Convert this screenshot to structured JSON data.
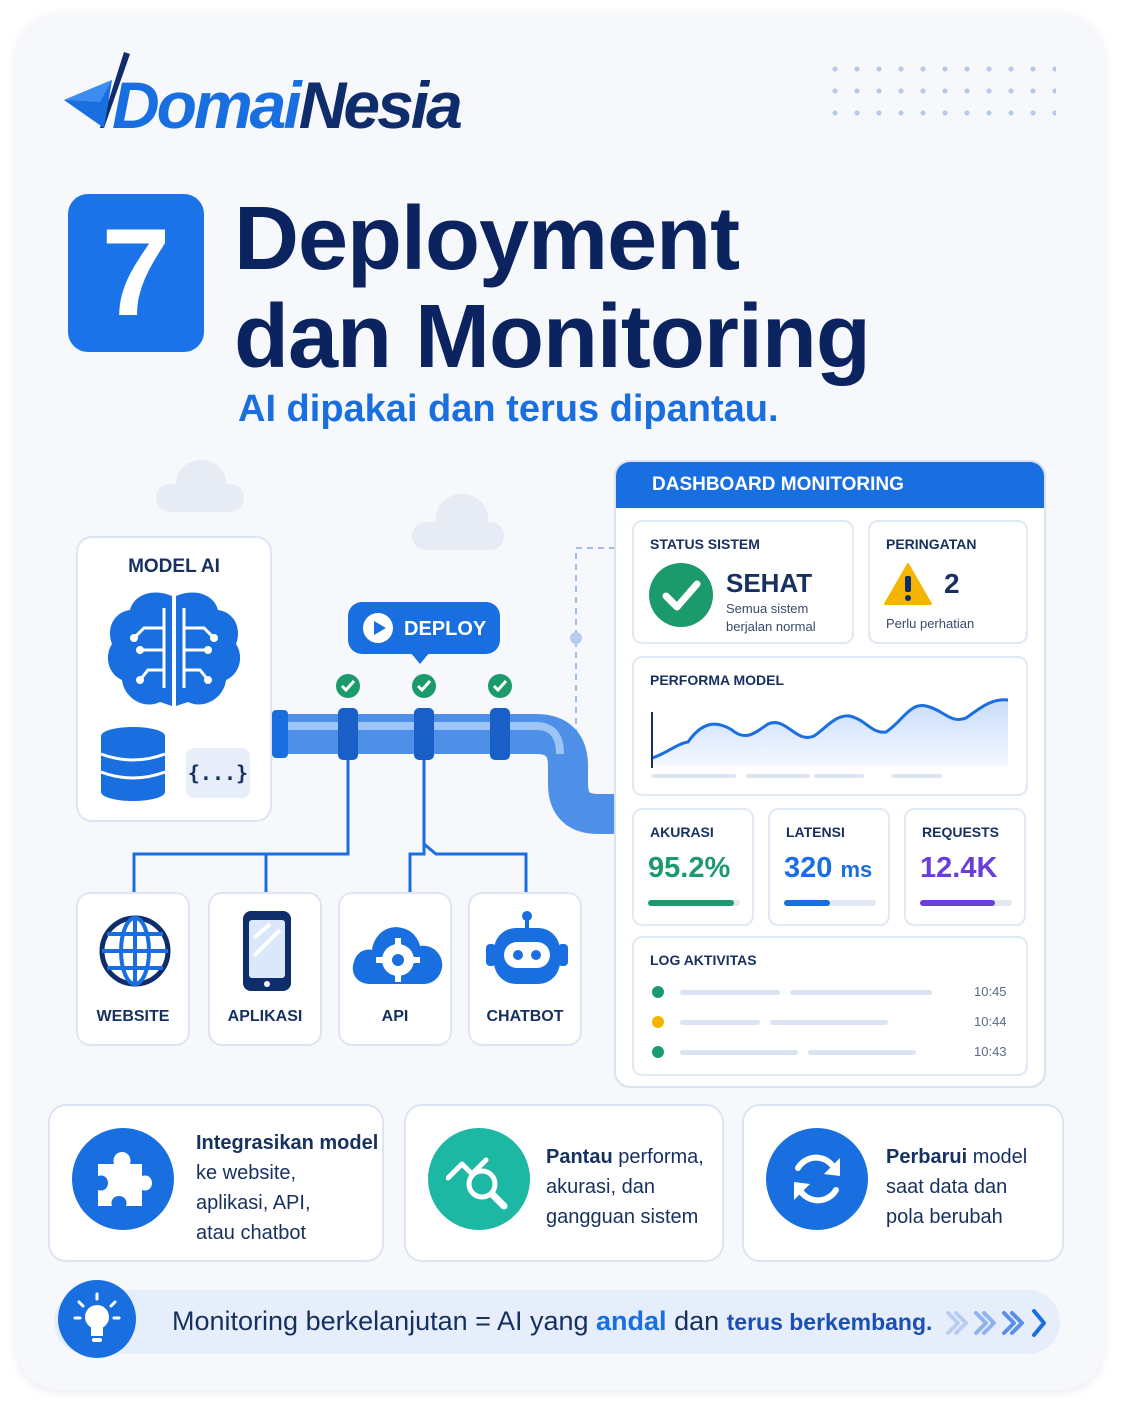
{
  "brand": {
    "part1": "Domai",
    "part2": "Nesia"
  },
  "header": {
    "step_number": "7",
    "title_line1": "Deployment",
    "title_line2": "dan Monitoring",
    "subtitle": "AI dipakai dan terus dipantau."
  },
  "pipeline": {
    "model_label": "MODEL AI",
    "code_label": "{...}",
    "deploy_label": "DEPLOY",
    "targets": [
      {
        "label": "WEBSITE",
        "icon": "globe-icon"
      },
      {
        "label": "APLIKASI",
        "icon": "smartphone-icon"
      },
      {
        "label": "API",
        "icon": "cloud-gear-icon"
      },
      {
        "label": "CHATBOT",
        "icon": "robot-icon"
      }
    ]
  },
  "dashboard": {
    "title": "DASHBOARD MONITORING",
    "status": {
      "label": "STATUS SISTEM",
      "value": "SEHAT",
      "desc_line1": "Semua sistem",
      "desc_line2": "berjalan normal",
      "color": "#1b9a6b"
    },
    "warning": {
      "label": "PERINGATAN",
      "count": "2",
      "desc": "Perlu perhatian",
      "color": "#f5b400"
    },
    "performance": {
      "label": "PERFORMA MODEL"
    },
    "metrics": [
      {
        "label": "AKURASI",
        "value": "95.2%",
        "unit": "",
        "fill": 0.93,
        "color": "#1b9a6b"
      },
      {
        "label": "LATENSI",
        "value": "320",
        "unit": "ms",
        "fill": 0.5,
        "color": "#1a6fe0"
      },
      {
        "label": "REQUESTS",
        "value": "12.4K",
        "unit": "",
        "fill": 0.82,
        "color": "#6a3fd6"
      }
    ],
    "log": {
      "label": "LOG AKTIVITAS",
      "entries": [
        {
          "time": "10:45",
          "color": "#1b9a6b"
        },
        {
          "time": "10:44",
          "color": "#f5b400"
        },
        {
          "time": "10:43",
          "color": "#1b9a6b"
        }
      ]
    }
  },
  "cards": [
    {
      "bold": "Integrasikan model",
      "line2": "ke website,",
      "line3": "aplikasi, API,",
      "line4": "atau chatbot",
      "icon": "puzzle-icon"
    },
    {
      "bold": "Pantau",
      "rest1": " performa,",
      "line2": "akurasi, dan",
      "line3": "gangguan sistem",
      "icon": "trend-search-icon"
    },
    {
      "bold": "Perbarui",
      "rest1": " model",
      "line2": "saat data dan",
      "line3": "pola berubah",
      "icon": "refresh-icon"
    }
  ],
  "footer": {
    "text1": "Monitoring berkelanjutan = AI yang ",
    "highlight1": "andal",
    "text2": " dan ",
    "highlight2": "terus berkembang.",
    "icon": "lightbulb-icon"
  }
}
